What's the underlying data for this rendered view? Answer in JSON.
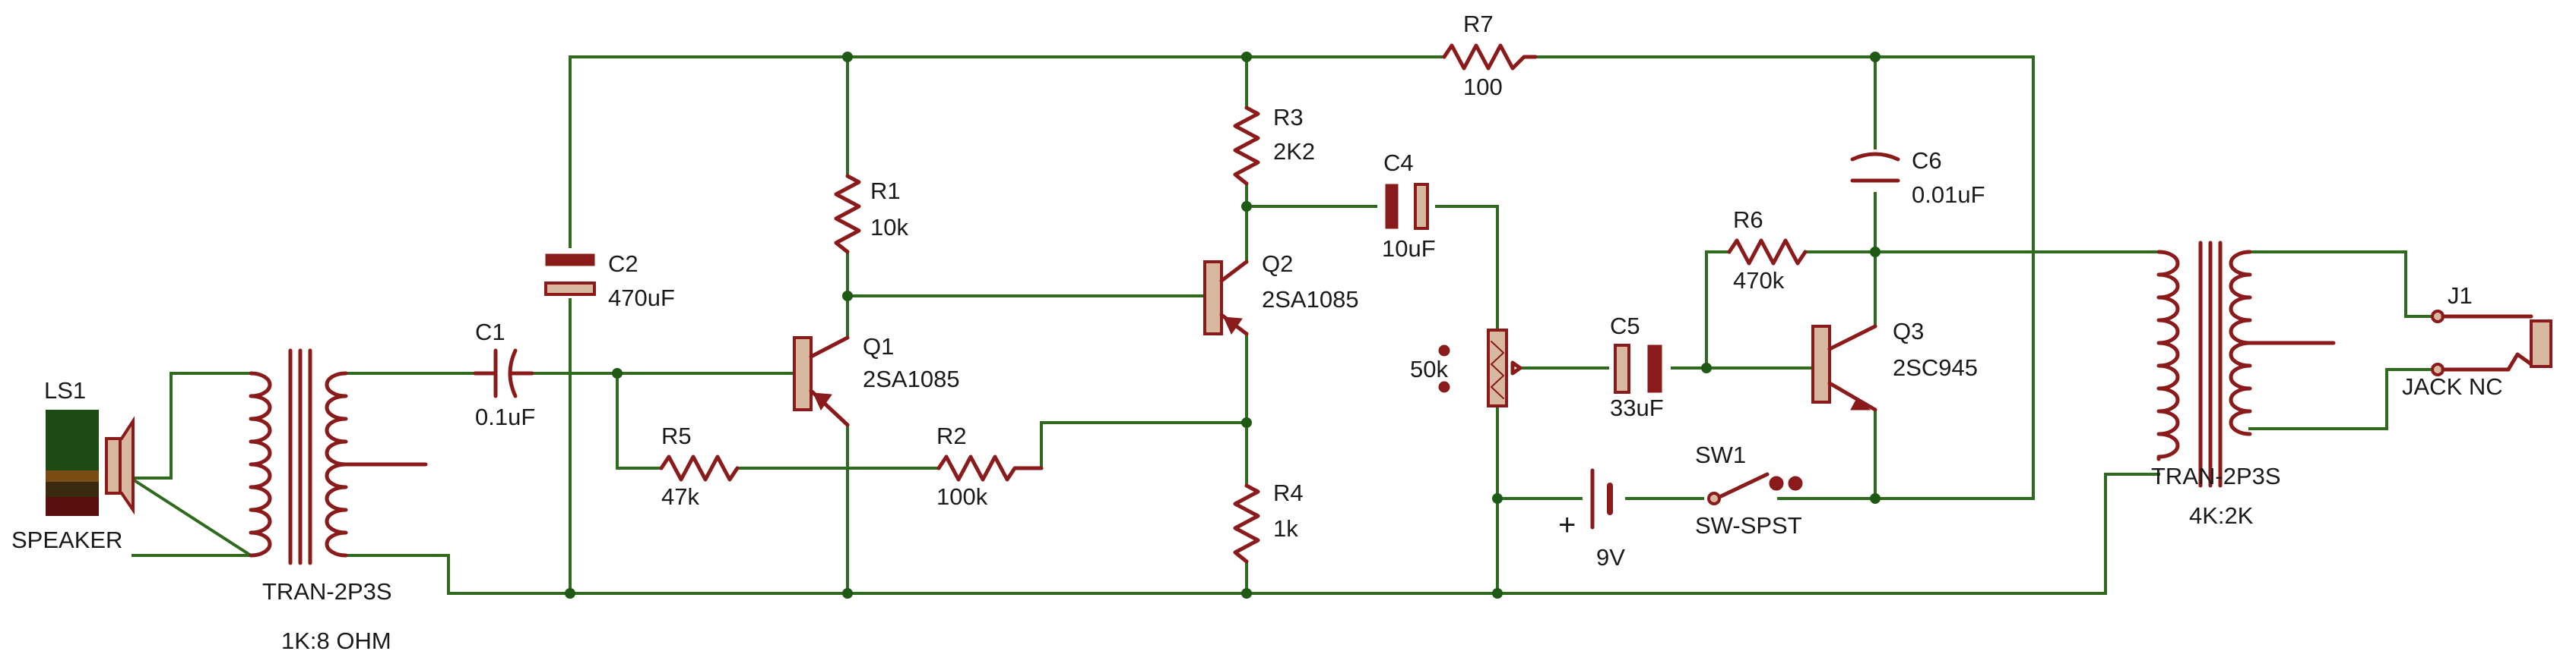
{
  "components": {
    "ls1": {
      "ref": "LS1",
      "value": "SPEAKER"
    },
    "t1": {
      "value": "TRAN-2P3S",
      "ratio": "1K:8 OHM"
    },
    "c1": {
      "ref": "C1",
      "value": "0.1uF"
    },
    "c2": {
      "ref": "C2",
      "value": "470uF"
    },
    "r1": {
      "ref": "R1",
      "value": "10k"
    },
    "q1": {
      "ref": "Q1",
      "value": "2SA1085"
    },
    "r5": {
      "ref": "R5",
      "value": "47k"
    },
    "r2": {
      "ref": "R2",
      "value": "100k"
    },
    "r3": {
      "ref": "R3",
      "value": "2K2"
    },
    "q2": {
      "ref": "Q2",
      "value": "2SA1085"
    },
    "r4": {
      "ref": "R4",
      "value": "1k"
    },
    "r7": {
      "ref": "R7",
      "value": "100"
    },
    "c4": {
      "ref": "C4",
      "value": "10uF"
    },
    "pot": {
      "value": "50k"
    },
    "c5": {
      "ref": "C5",
      "value": "33uF"
    },
    "bat": {
      "value": "9V",
      "polarity": "+"
    },
    "sw1": {
      "ref": "SW1",
      "value": "SW-SPST"
    },
    "r6": {
      "ref": "R6",
      "value": "470k"
    },
    "c6": {
      "ref": "C6",
      "value": "0.01uF"
    },
    "q3": {
      "ref": "Q3",
      "value": "2SC945"
    },
    "t2": {
      "value": "TRAN-2P3S",
      "ratio": "4K:2K"
    },
    "j1": {
      "ref": "J1",
      "value": "JACK NC"
    }
  },
  "colors": {
    "wire": "#2e6b1e",
    "component": "#8b1a1a",
    "node": "#1e5a14"
  }
}
